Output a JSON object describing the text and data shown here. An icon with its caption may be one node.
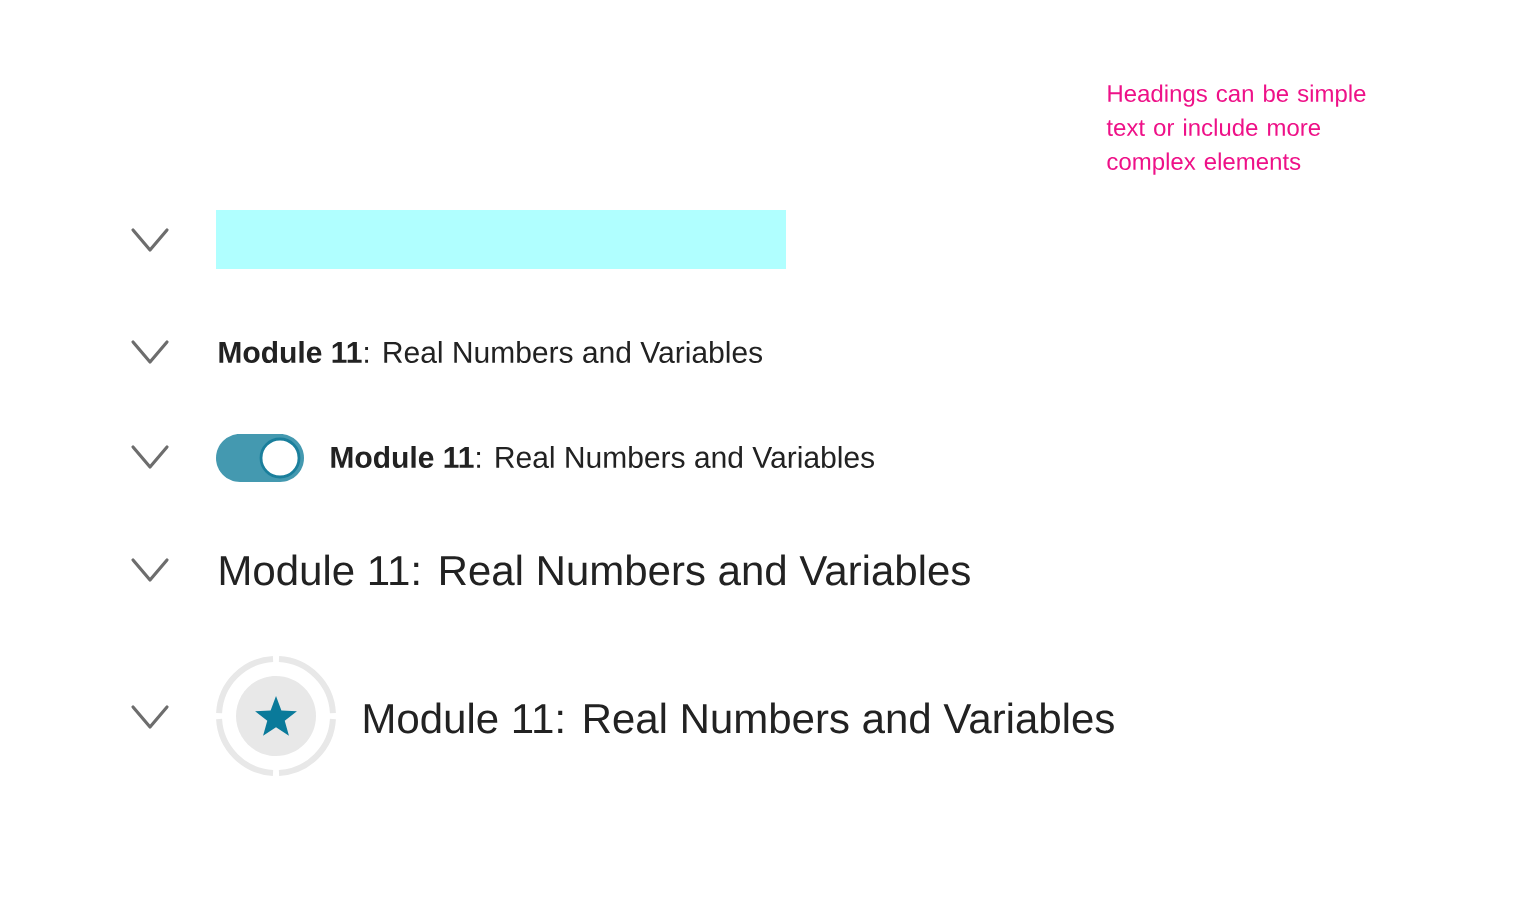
{
  "diagram": {
    "labels": [
      "Headings can be simple text or include more complex elements",
      "**Module 11**: Real Numbers and Variables",
      "**Module 11**: Real Numbers and Variables",
      "Module 11: Real Numbers and Variables",
      "Module 11: Real Numbers and Variables"
    ]
  }
}
